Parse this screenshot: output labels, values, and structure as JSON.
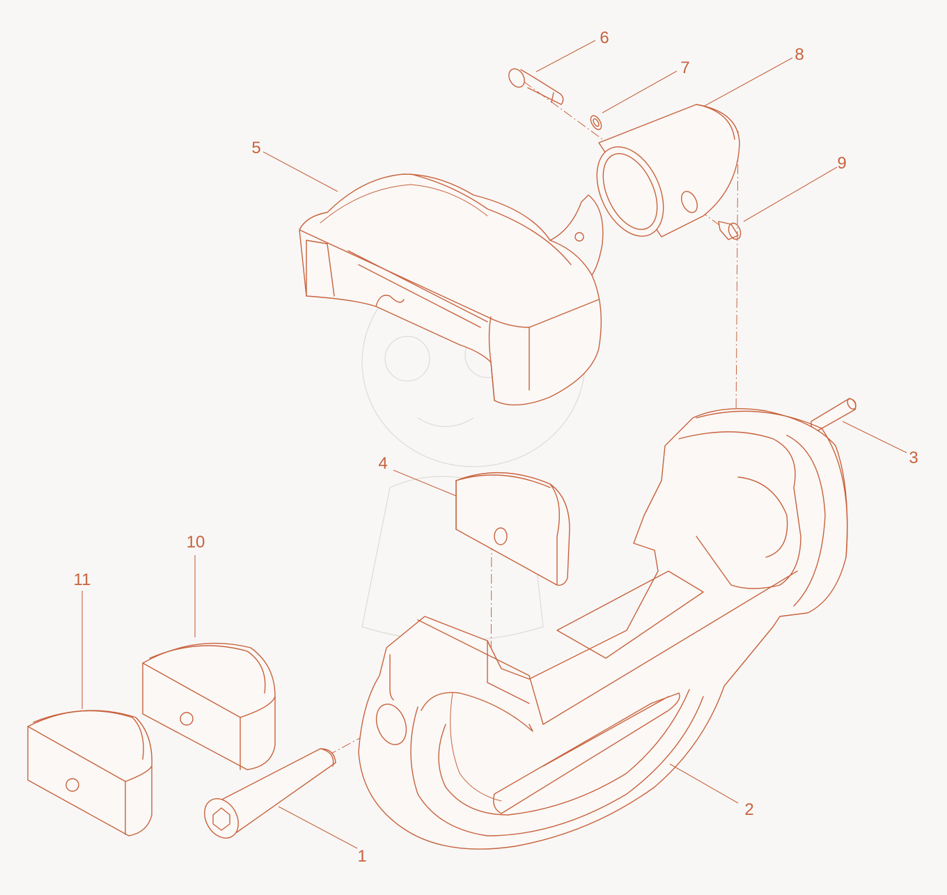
{
  "diagram": {
    "type": "exploded-parts-diagram",
    "line_color": "#c8623c",
    "background_color": "#f8f7f6",
    "callouts": [
      {
        "id": "1",
        "label": "1"
      },
      {
        "id": "2",
        "label": "2"
      },
      {
        "id": "3",
        "label": "3"
      },
      {
        "id": "4",
        "label": "4"
      },
      {
        "id": "5",
        "label": "5"
      },
      {
        "id": "6",
        "label": "6"
      },
      {
        "id": "7",
        "label": "7"
      },
      {
        "id": "8",
        "label": "8"
      },
      {
        "id": "9",
        "label": "9"
      },
      {
        "id": "10",
        "label": "10"
      },
      {
        "id": "11",
        "label": "11"
      }
    ]
  }
}
